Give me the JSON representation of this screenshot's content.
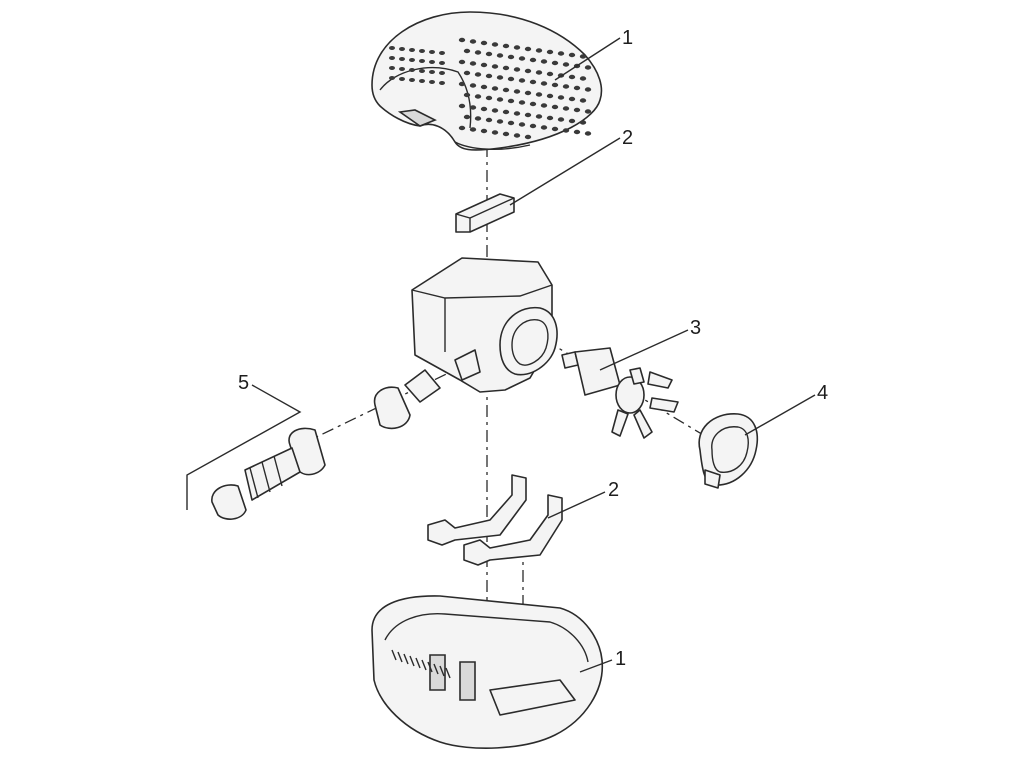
{
  "callouts": [
    {
      "id": "top-cover",
      "number": "1"
    },
    {
      "id": "bracket-top",
      "number": "2"
    },
    {
      "id": "impeller",
      "number": "3"
    },
    {
      "id": "impeller-cap",
      "number": "4"
    },
    {
      "id": "hose-connector",
      "number": "5"
    },
    {
      "id": "brackets-lower",
      "number": "2"
    },
    {
      "id": "bottom-cover",
      "number": "1"
    }
  ],
  "colors": {
    "line": "#2b2b2b",
    "fill": "#f4f4f4",
    "holes": "#3a3a3a"
  }
}
